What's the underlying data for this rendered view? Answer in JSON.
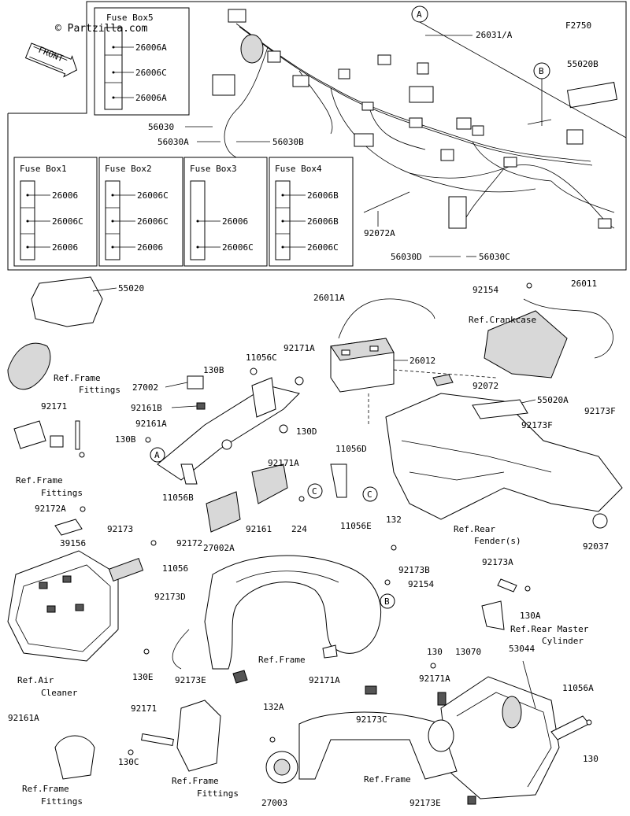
{
  "watermark": "© Partzilla.com",
  "figure_code": "F2750",
  "front_label": "FRONT",
  "callouts": {
    "a": "A",
    "b": "B",
    "c": "C"
  },
  "fuse_boxes": [
    {
      "title": "Fuse Box5",
      "items": [
        "26006A",
        "26006C",
        "26006A"
      ]
    },
    {
      "title": "Fuse Box1",
      "items": [
        "26006",
        "26006C",
        "26006"
      ]
    },
    {
      "title": "Fuse Box2",
      "items": [
        "26006C",
        "26006C",
        "26006"
      ]
    },
    {
      "title": "Fuse Box3",
      "items": [
        "26006",
        "26006C"
      ]
    },
    {
      "title": "Fuse Box4",
      "items": [
        "26006B",
        "26006B",
        "26006C"
      ]
    }
  ],
  "labels": {
    "l26031A": "26031/A",
    "l55020B": "55020B",
    "l56030": "56030",
    "l56030A": "56030A",
    "l56030B": "56030B",
    "l92072A": "92072A",
    "l56030D": "56030D",
    "l56030C": "56030C",
    "l55020": "55020",
    "l92154a": "92154",
    "l26011": "26011",
    "l26011A": "26011A",
    "refCrankcase": "Ref.Crankcase",
    "l26012": "26012",
    "l92072": "92072",
    "l55020A": "55020A",
    "l92173Fa": "92173F",
    "l92173Fb": "92173F",
    "refFrameFit1a": "Ref.Frame",
    "refFrameFit1b": "Fittings",
    "l27002": "27002",
    "l130Ba": "130B",
    "l11056C": "11056C",
    "l92171A1": "92171A",
    "l92161B": "92161B",
    "l92161A1": "92161A",
    "l130Bb": "130B",
    "l130D": "130D",
    "l92171A2": "92171A",
    "l92171a": "92171",
    "refFrameFit2a": "Ref.Frame",
    "refFrameFit2b": "Fittings",
    "l11056D": "11056D",
    "l11056B": "11056B",
    "l92172A": "92172A",
    "l92173": "92173",
    "l224": "224",
    "l92161a": "92161",
    "refRearFenderA": "Ref.Rear",
    "refRearFenderB": "Fender(s)",
    "l92037": "92037",
    "l39156": "39156",
    "l92172": "92172",
    "l11056": "11056",
    "l27002A": "27002A",
    "l11056E": "11056E",
    "l132": "132",
    "l92173B": "92173B",
    "l92154b": "92154",
    "l92173A": "92173A",
    "l130A": "130A",
    "refRearMasterA": "Ref.Rear Master",
    "refRearMasterB": "Cylinder",
    "l92173D": "92173D",
    "refAirA": "Ref.Air",
    "refAirB": "Cleaner",
    "l130E": "130E",
    "l92173E1": "92173E",
    "refFrame1": "Ref.Frame",
    "l92171A3": "92171A",
    "l130a": "130",
    "l13070": "13070",
    "l53044": "53044",
    "l92171A4": "92171A",
    "l11056A": "11056A",
    "l92161A2": "92161A",
    "l92171b": "92171",
    "l132A": "132A",
    "l92173C": "92173C",
    "l130b": "130",
    "l130C": "130C",
    "refFrameFit3a": "Ref.Frame",
    "refFrameFit3b": "Fittings",
    "refFrameFit4a": "Ref.Frame",
    "refFrameFit4b": "Fittings",
    "l27003": "27003",
    "refFrame2": "Ref.Frame",
    "l92173E2": "92173E"
  }
}
